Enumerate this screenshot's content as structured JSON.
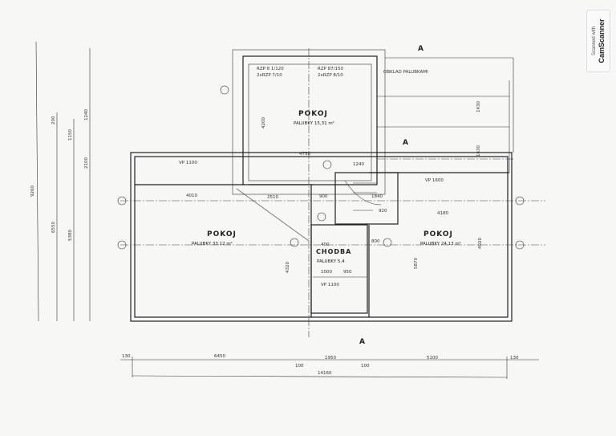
{
  "rooms": {
    "upper": {
      "name": "POKOJ",
      "area": "PALUBKY 15,31 m²"
    },
    "left": {
      "name": "POKOJ",
      "area": "PALUBKY 33,12 m²"
    },
    "hall": {
      "name": "CHODBA",
      "area": "PALUBKY 5,4"
    },
    "right": {
      "name": "POKOJ",
      "area": "PALUBKY 24,13 m²"
    }
  },
  "notes": {
    "cladding": "OBKLAD PALUBKAMI",
    "beams_left": "2xRZP 7/10",
    "beams_right": "2xRZP 8/10",
    "rzp_left": "RZP 8 1/120",
    "rzp_right": "RZP 87/150",
    "vp_left": "VP 1100",
    "vp_right": "VP 1600",
    "vp_hall": "VP 1100",
    "section": "A"
  },
  "dimensions": {
    "bottom": [
      "130",
      "6450",
      "100",
      "1950",
      "100",
      "5100",
      "130"
    ],
    "total": "14160",
    "left_vertical": [
      "9260",
      "6550",
      "5380",
      "1150",
      "200",
      "1240",
      "2100"
    ],
    "interior": [
      "4750",
      "4200",
      "4010",
      "2510",
      "4180",
      "920",
      "1240",
      "1840",
      "900",
      "1000",
      "950",
      "4320",
      "4920",
      "5870",
      "800",
      "400",
      "1430",
      "1630"
    ]
  },
  "badge": {
    "line1": "Scanned with",
    "line2": "CamScanner"
  }
}
